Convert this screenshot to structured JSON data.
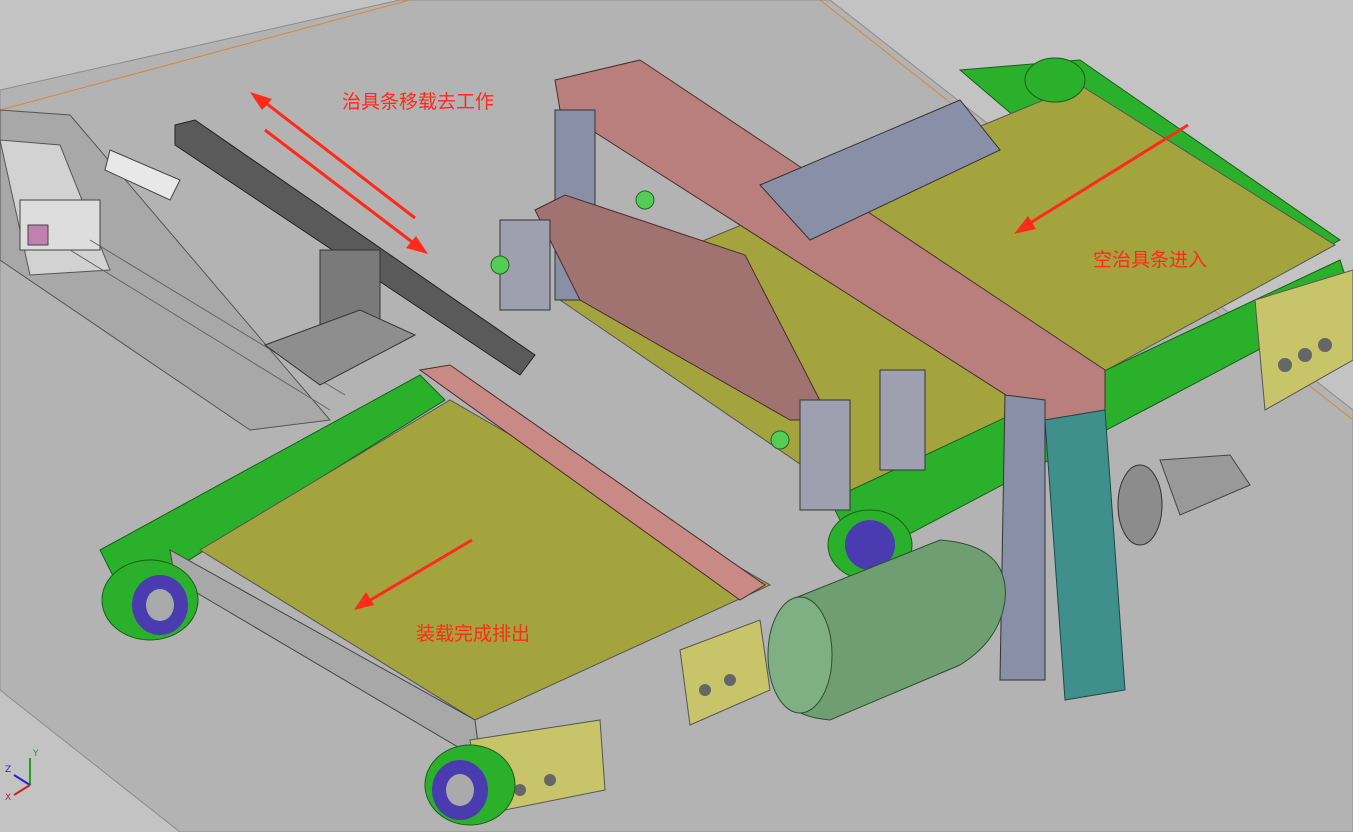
{
  "annotations": {
    "jig_transfer": "治具条移载去工作",
    "empty_jig_in": "空治具条进入",
    "loaded_out": "装载完成排出"
  },
  "triad": {
    "z": "Z",
    "y": "Y",
    "x": "X"
  },
  "colors": {
    "background": "#c3c3c3",
    "table_top": "#b3b3b3",
    "annotation_red": "#ff2a1a",
    "belt_green": "#2bb02b",
    "plate_olive": "#a3a43e",
    "frame_rose": "#b87f7d",
    "cylinder_slate": "#8a8fa8",
    "motor_green": "#6e9e71",
    "column_teal": "#3f8f8c"
  }
}
